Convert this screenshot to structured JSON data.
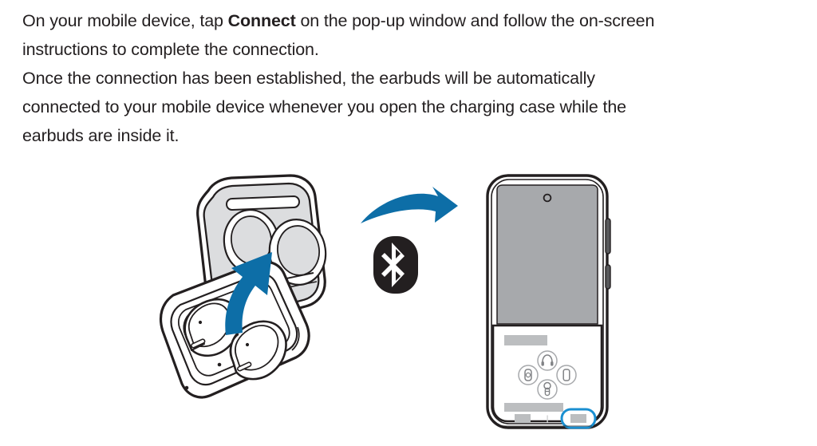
{
  "document": {
    "paragraphs": [
      {
        "id": "p1",
        "lines": [
          {
            "pre": "On your mobile device, tap ",
            "bold": "Connect",
            "post": " on the pop-up window and follow the on-screen"
          },
          {
            "pre": "instructions to complete the connection.",
            "bold": "",
            "post": ""
          }
        ]
      },
      {
        "id": "p2",
        "lines": [
          {
            "pre": "Once the connection has been established, the earbuds will be automatically",
            "bold": "",
            "post": ""
          },
          {
            "pre": "connected to your mobile device whenever you open the charging case while the",
            "bold": "",
            "post": ""
          },
          {
            "pre": "earbuds are inside it.",
            "bold": "",
            "post": ""
          }
        ]
      }
    ],
    "line1_pre": "On your mobile device, tap ",
    "line1_bold": "Connect",
    "line1_post": " on the pop-up window and follow the on-screen",
    "line2": "instructions to complete the connection.",
    "line3": "Once the connection has been established, the earbuds will be automatically",
    "line4": "connected to your mobile device whenever you open the charging case while the",
    "line5": "earbuds are inside it."
  },
  "illustration": {
    "caption": "Open earbuds charging case, Bluetooth pairing arrow, and mobile phone showing a pop-up connect dialog",
    "colors": {
      "accent_blue": "#0d6ea7",
      "outline_black": "#231f20",
      "lid_fill_gray": "#dcdddf",
      "screen_gray": "#a7a9ac",
      "placeholder_gray": "#bcbec0",
      "icon_stroke_gray": "#a7a9ac",
      "white": "#ffffff"
    },
    "earbud_case": {
      "name": "earbuds-charging-case",
      "state": "open",
      "parts": [
        "lid",
        "lid-inner-recesses",
        "lid-slot",
        "case-base",
        "left-earbud",
        "right-earbud"
      ]
    },
    "arrow": {
      "name": "pairing-arrow",
      "direction": "case-to-phone",
      "color": "#0d6ea7"
    },
    "lift_arrow": {
      "name": "lid-open-arrow",
      "direction": "upward",
      "color": "#0d6ea7"
    },
    "bluetooth_badge": {
      "name": "bluetooth-icon",
      "glyph": "bluetooth",
      "background": "#231f20",
      "foreground": "#ffffff"
    },
    "phone": {
      "name": "mobile-phone",
      "camera": "punch-hole-front-camera",
      "side_buttons": 2,
      "screen_fill": "#a7a9ac",
      "popup": {
        "name": "connect-popup-dialog",
        "title_placeholder": "",
        "body_placeholder": "",
        "device_icons": [
          {
            "name": "headphones-icon",
            "position": "top"
          },
          {
            "name": "watch-icon",
            "position": "left"
          },
          {
            "name": "phone-icon",
            "position": "right"
          },
          {
            "name": "earbud-icon",
            "position": "bottom"
          }
        ],
        "buttons": [
          {
            "name": "cancel-button",
            "label": "",
            "highlighted": false
          },
          {
            "name": "connect-button",
            "label": "",
            "highlighted": true,
            "highlight_color": "#1a8fd1"
          }
        ]
      }
    }
  }
}
